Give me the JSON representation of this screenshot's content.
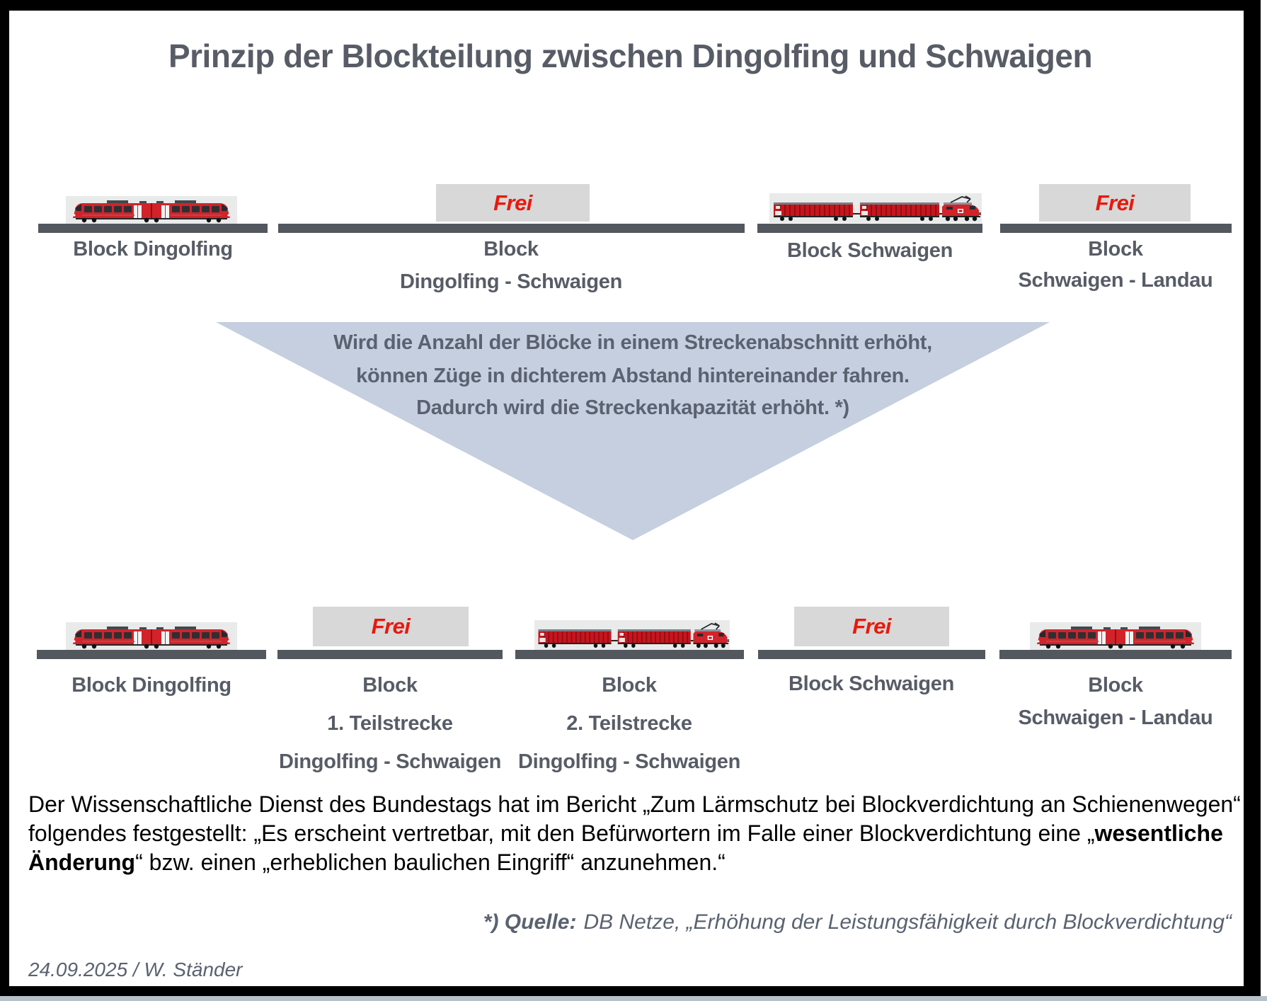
{
  "title": "Prinzip der Blockteilung zwischen Dingolfing und Schwaigen",
  "top_row": {
    "segments": [
      {
        "type": "train",
        "train": "passenger",
        "label_lines": [
          "Block Dingolfing"
        ]
      },
      {
        "type": "frei",
        "frei_label": "Frei",
        "label_lines": [
          "Block",
          "Dingolfing - Schwaigen"
        ]
      },
      {
        "type": "train",
        "train": "freight",
        "label_lines": [
          "Block Schwaigen"
        ]
      },
      {
        "type": "frei",
        "frei_label": "Frei",
        "label_lines": [
          "Block",
          "Schwaigen - Landau"
        ]
      }
    ]
  },
  "arrow_note": {
    "lines": [
      "Wird die Anzahl der Blöcke in einem Streckenabschnitt erhöht,",
      "können Züge in dichterem Abstand hintereinander fahren.",
      "Dadurch wird die Streckenkapazität erhöht. *)"
    ]
  },
  "bottom_row": {
    "segments": [
      {
        "type": "train",
        "train": "passenger",
        "label_lines": [
          "Block Dingolfing"
        ]
      },
      {
        "type": "frei",
        "frei_label": "Frei",
        "label_lines": [
          "Block",
          "1. Teilstrecke",
          "Dingolfing - Schwaigen"
        ]
      },
      {
        "type": "train",
        "train": "freight",
        "label_lines": [
          "Block",
          "2. Teilstrecke",
          "Dingolfing - Schwaigen"
        ]
      },
      {
        "type": "frei",
        "frei_label": "Frei",
        "label_lines": [
          "Block Schwaigen"
        ]
      },
      {
        "type": "train",
        "train": "passenger",
        "label_lines": [
          "Block",
          "Schwaigen - Landau"
        ]
      }
    ]
  },
  "paragraph": {
    "segments": [
      {
        "text": "Der Wissenschaftliche Dienst des Bundestags hat im Bericht „Zum Lärmschutz bei Blockverdichtung an Schienenwegen“ folgendes festgestellt: „Es erscheint vertretbar, mit den Befürwortern im Falle einer Blockverdichtung eine „",
        "bold": false
      },
      {
        "text": "wesentliche Änderung",
        "bold": true
      },
      {
        "text": "“ bzw. einen „erheblichen baulichen Eingriff“ anzunehmen.“",
        "bold": false
      }
    ]
  },
  "source_note": {
    "prefix": "*) Quelle:",
    "text": "DB Netze, „Erhöhung der Leistungsfähigkeit durch Blockverdichtung“"
  },
  "footer": {
    "date_author": "24.09.2025 / W. Ständer"
  },
  "icons": {
    "passenger_train": "passenger-train-icon",
    "freight_train": "freight-train-icon"
  },
  "colors": {
    "train_red": "#d2232a",
    "frei_red": "#e8190c",
    "track_grey": "#53575e",
    "label_grey": "#575c66",
    "signal_box_grey": "#d8d8d8",
    "arrow_blue": "#c5cfdf",
    "border_black": "#000000"
  }
}
